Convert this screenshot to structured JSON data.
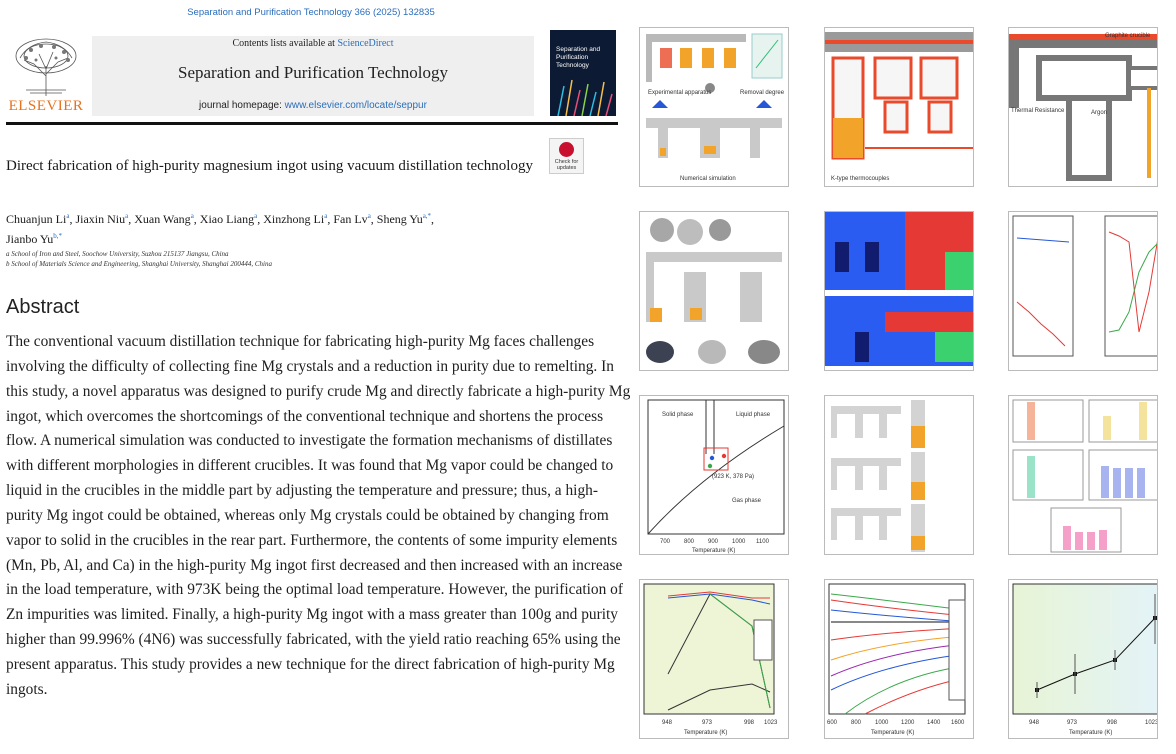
{
  "journal_reference": "Separation and Purification Technology 366 (2025) 132835",
  "masthead": {
    "publisher": "ELSEVIER",
    "contents_prefix": "Contents lists available at",
    "contents_link": "ScienceDirect",
    "journal_title": "Separation and Purification Technology",
    "homepage_label": "journal homepage:",
    "homepage_url": "www.elsevier.com/locate/seppur",
    "cover_title": "Separation and Purification Technology"
  },
  "check_updates": "Check for updates",
  "article": {
    "title": "Direct fabrication of high-purity magnesium ingot using vacuum distillation technology",
    "authors": [
      {
        "name": "Chuanjun Li",
        "aff": "a"
      },
      {
        "name": "Jiaxin Niu",
        "aff": "a"
      },
      {
        "name": "Xuan Wang",
        "aff": "a"
      },
      {
        "name": "Xiao Liang",
        "aff": "a"
      },
      {
        "name": "Xinzhong Li",
        "aff": "a"
      },
      {
        "name": "Fan Lv",
        "aff": "a"
      },
      {
        "name": "Sheng Yu",
        "aff": "a,*"
      },
      {
        "name": "Jianbo Yu",
        "aff": "b,*"
      }
    ],
    "affiliations": [
      "a School of Iron and Steel, Soochow University, Suzhou 215137 Jiangsu, China",
      "b School of Materials Science and Engineering, Shanghai University, Shanghai 200444, China"
    ]
  },
  "abstract": {
    "heading": "Abstract",
    "text": "The conventional vacuum distillation technique for fabricating high-purity Mg faces challenges involving the difficulty of collecting fine Mg crystals and a reduction in purity due to remelting. In this study, a novel apparatus was designed to purify crude Mg and directly fabricate a high-purity Mg ingot, which overcomes the shortcomings of the conventional technique and shortens the process flow. A numerical simulation was conducted to investigate the formation mechanisms of distillates with different morphologies in different crucibles. It was found that Mg vapor could be changed to liquid in the crucibles in the middle part by adjusting the temperature and pressure; thus, a high-purity Mg ingot could be obtained, whereas only Mg crystals could be obtained by changing from vapor to solid in the crucibles in the rear part. Furthermore, the contents of some impurity elements (Mn, Pb, Al, and Ca) in the high-purity Mg ingot first decreased and then increased with an increase in the load temperature, with 973K being the optimal load temperature. However, the purification of Zn impurities was limited. Finally, a high-purity Mg ingot with a mass greater than 100g and purity higher than 99.996% (4N6) was successfully fabricated, with the yield ratio reaching 65% using the present apparatus. This study provides a new technique for the direct fabrication of high-purity Mg ingots."
  },
  "figures": {
    "fig1": {
      "label_left": "Experimental apparatus",
      "label_right": "Removal degree",
      "label_bottom": "Numerical simulation"
    },
    "fig2": {
      "caption": "K-type thermocouples"
    },
    "fig3": {
      "legend_top": "Graphite crucible",
      "legend_mid": "Argon",
      "legend_left": "Thermal Resistance"
    },
    "fig9": {
      "xlabel": "Temperature (K)",
      "labels": [
        "Solid phase",
        "Liquid phase",
        "Gas phase"
      ],
      "annotation": "(923 K, 378 Pa)",
      "xticks": [
        "700",
        "800",
        "900",
        "1000",
        "1100"
      ]
    },
    "fig12": {
      "xlabel": "Temperature (K)",
      "xticks": [
        "948",
        "973",
        "998",
        "1023"
      ]
    },
    "fig13": {
      "xlabel": "Temperature (K)",
      "xticks": [
        "600",
        "800",
        "1000",
        "1200",
        "1400",
        "1600"
      ]
    },
    "fig14": {
      "xlabel": "Temperature (K)",
      "xticks": [
        "948",
        "973",
        "998",
        "1023"
      ]
    }
  },
  "colors": {
    "link": "#2a6ebb",
    "elsevier_orange": "#e9711c",
    "apparatus_red": "#e84a2b",
    "apparatus_orange": "#f2a32a",
    "apparatus_gray": "#b9b9b9",
    "plot_bg": "#eef5d6"
  }
}
